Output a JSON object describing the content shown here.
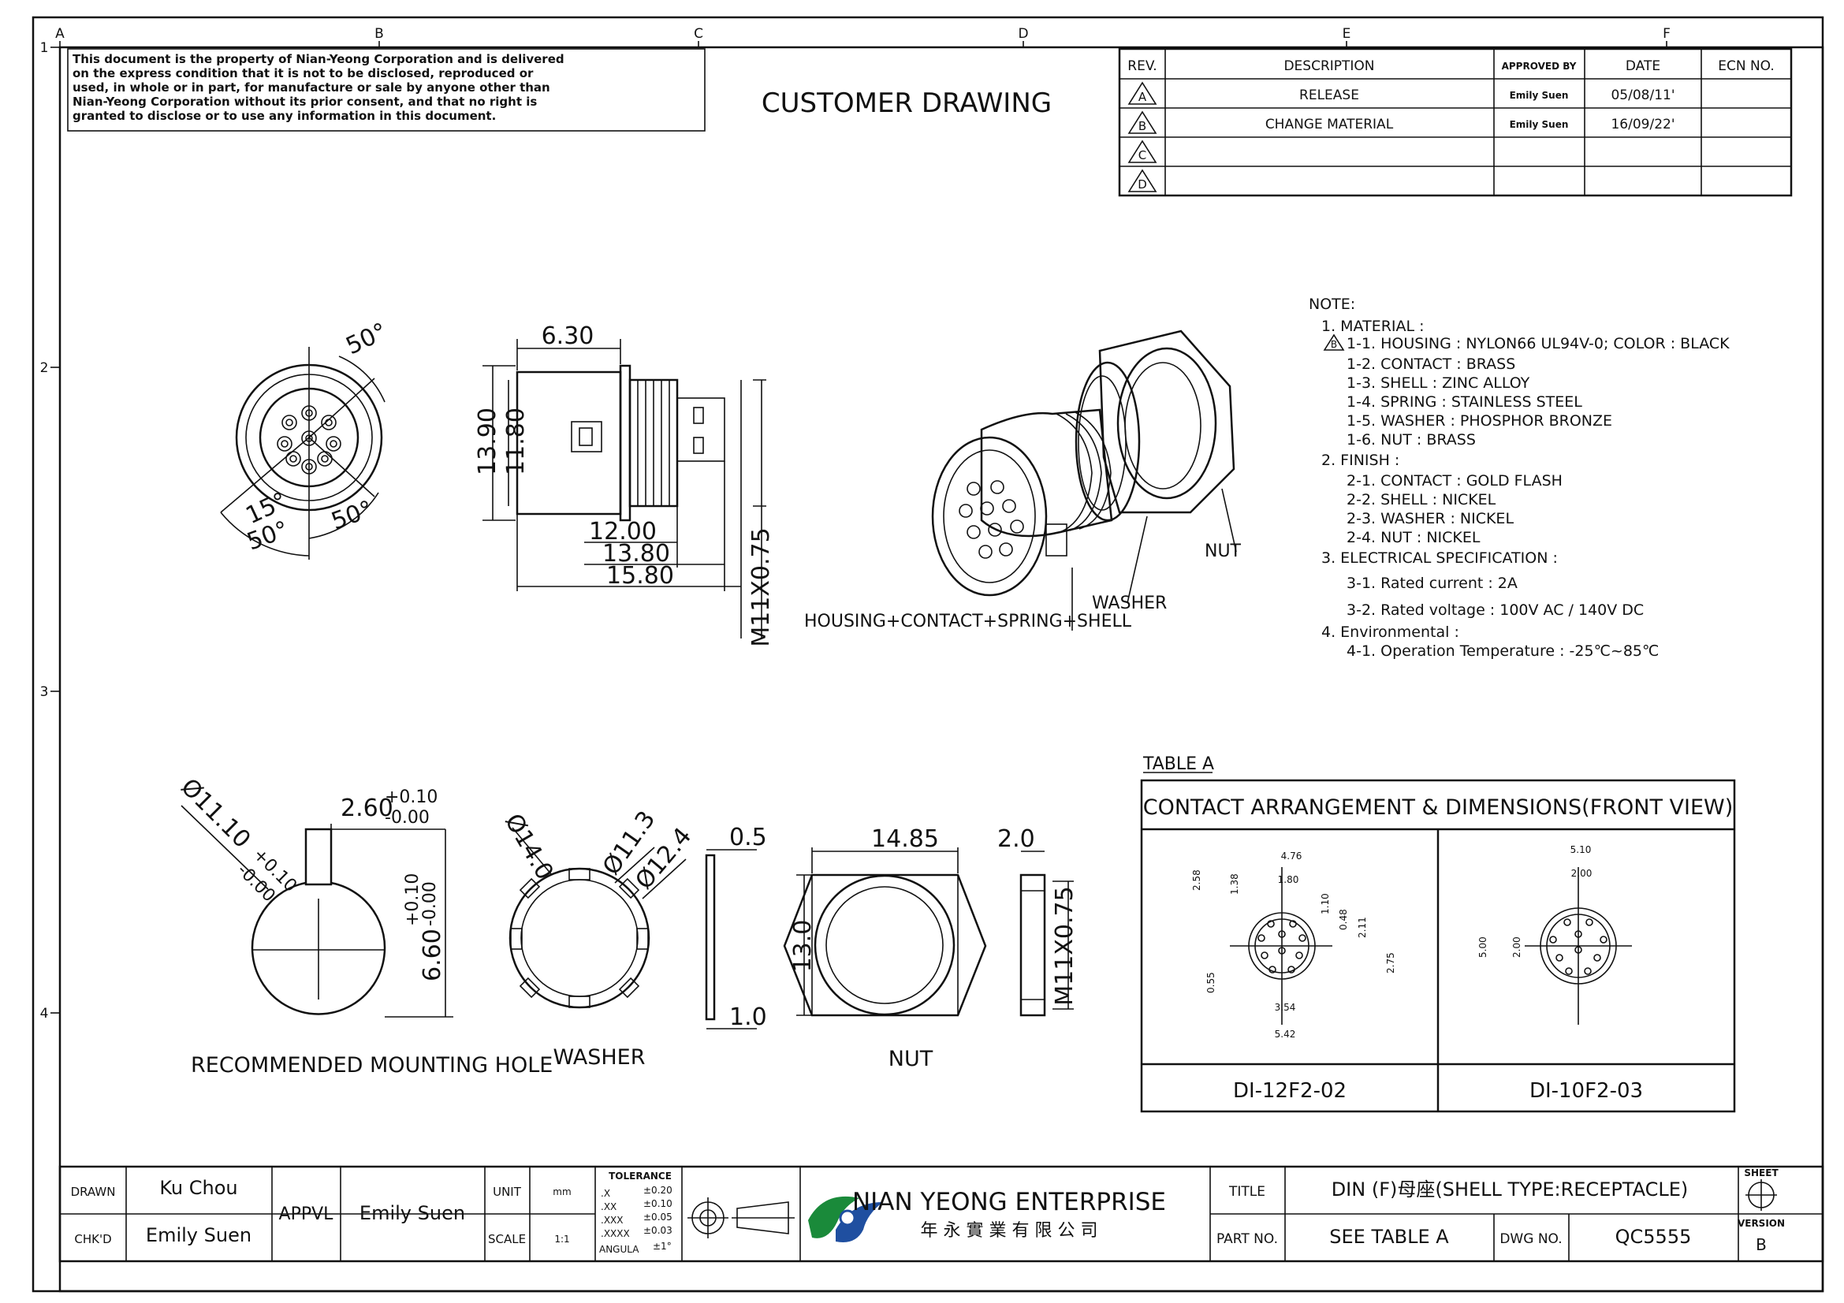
{
  "grid": {
    "cols": [
      "A",
      "B",
      "C",
      "D",
      "E",
      "F"
    ],
    "rows": [
      "1",
      "2",
      "3",
      "4"
    ]
  },
  "disclaimer": [
    "This document is the property of Nian-Yeong Corporation and is delivered",
    "on  the  express condition that it is not to be disclosed, reproduced or",
    "used, in whole or in part, for manufacture or sale by anyone other than",
    "Nian-Yeong Corporation without its prior consent, and that no right is",
    "granted to disclose or to use any information in this document."
  ],
  "drawing_title": "CUSTOMER DRAWING",
  "revision_table": {
    "headers": [
      "REV.",
      "DESCRIPTION",
      "APPROVED BY",
      "DATE",
      "ECN NO."
    ],
    "rows": [
      {
        "rev": "A",
        "description": "RELEASE",
        "approved_by": "Emily Suen",
        "date": "05/08/11'",
        "ecn": ""
      },
      {
        "rev": "B",
        "description": "CHANGE MATERIAL",
        "approved_by": "Emily Suen",
        "date": "16/09/22'",
        "ecn": ""
      },
      {
        "rev": "C",
        "description": "",
        "approved_by": "",
        "date": "",
        "ecn": ""
      },
      {
        "rev": "D",
        "description": "",
        "approved_by": "",
        "date": "",
        "ecn": ""
      }
    ]
  },
  "notes": {
    "heading": "NOTE:",
    "lines": [
      "1. MATERIAL :",
      "1-1. HOUSING : NYLON66 UL94V-0; COLOR : BLACK",
      "1-2. CONTACT : BRASS",
      "1-3. SHELL : ZINC ALLOY",
      "1-4. SPRING : STAINLESS STEEL",
      "1-5. WASHER : PHOSPHOR BRONZE",
      "1-6. NUT : BRASS",
      "2. FINISH :",
      "2-1. CONTACT : GOLD FLASH",
      "2-2. SHELL : NICKEL",
      "2-3. WASHER : NICKEL",
      "2-4. NUT : NICKEL",
      "3. ELECTRICAL SPECIFICATION :",
      "3-1. Rated current : 2A",
      "3-2. Rated voltage : 100V AC / 140V DC",
      "4. Environmental :",
      "4-1. Operation Temperature : -25℃~85℃"
    ]
  },
  "front_view": {
    "a1": "50°",
    "a2": "15°",
    "a3": "50°",
    "a4": "50°"
  },
  "side_view": {
    "d_top": "6.30",
    "d_h1": "13.90",
    "d_h2": "11.80",
    "d_l1": "12.00",
    "d_l2": "13.80",
    "d_l3": "15.80",
    "thread": "M11X0.75"
  },
  "iso_labels": {
    "housing": "HOUSING+CONTACT+SPRING+SHELL",
    "washer": "WASHER",
    "nut": "NUT"
  },
  "mounting_hole": {
    "dia": "Ø11.10",
    "dia_tol_plus": "+0.10",
    "dia_tol_minus": "-0.00",
    "key": "2.60",
    "key_tol_plus": "+0.10",
    "key_tol_minus": "-0.00",
    "flat": "6.60",
    "flat_tol_plus": "+0.10",
    "flat_tol_minus": "-0.00",
    "caption": "RECOMMENDED MOUNTING HOLE"
  },
  "washer": {
    "d1": "Ø14.0",
    "d2": "Ø11.3",
    "d3": "Ø12.4",
    "t1": "0.5",
    "t2": "1.0",
    "caption": "WASHER"
  },
  "nut": {
    "w": "14.85",
    "t": "2.0",
    "h": "13.0",
    "thread": "M11X0.75",
    "caption": "NUT"
  },
  "table_a": {
    "label": "TABLE A",
    "title": "CONTACT ARRANGEMENT & DIMENSIONS(FRONT VIEW)",
    "left": {
      "part": "DI-12F2-02",
      "dims": [
        "4.76",
        "1.80",
        "2.58",
        "1.38",
        "1.10",
        "0.48",
        "2.11",
        "2.75",
        "0.55",
        "3.54",
        "5.42"
      ]
    },
    "right": {
      "part": "DI-10F2-03",
      "dims": [
        "5.10",
        "2.00",
        "5.00",
        "2.00"
      ]
    }
  },
  "title_block": {
    "drawn_label": "DRAWN",
    "drawn": "Ku Chou",
    "chkd_label": "CHK'D",
    "chkd": "Emily Suen",
    "appvl_label": "APPVL",
    "appvl": "Emily Suen",
    "unit_label": "UNIT",
    "unit": "mm",
    "scale_label": "SCALE",
    "scale": "1:1",
    "tolerance_label": "TOLERANCE",
    "tolerances": [
      {
        "k": ".X",
        "v": "±0.20"
      },
      {
        "k": ".XX",
        "v": "±0.10"
      },
      {
        "k": ".XXX",
        "v": "±0.05"
      },
      {
        "k": ".XXXX",
        "v": "±0.03"
      },
      {
        "k": "ANGULA",
        "v": "±1°"
      }
    ],
    "company_en": "NIAN YEONG ENTERPRISE",
    "company_zh": "年 永 實 業 有 限 公 司",
    "title_label": "TITLE",
    "title": "DIN (F)母座(SHELL TYPE:RECEPTACLE)",
    "part_label": "PART NO.",
    "part_no": "SEE TABLE A",
    "dwg_label": "DWG NO.",
    "dwg_no": "QC5555",
    "sheet_label": "SHEET",
    "version_label": "VERSION",
    "version": "B"
  },
  "colors": {
    "line": "#111111",
    "logo_green": "#1a8a3a",
    "logo_blue": "#1f4fa0"
  }
}
